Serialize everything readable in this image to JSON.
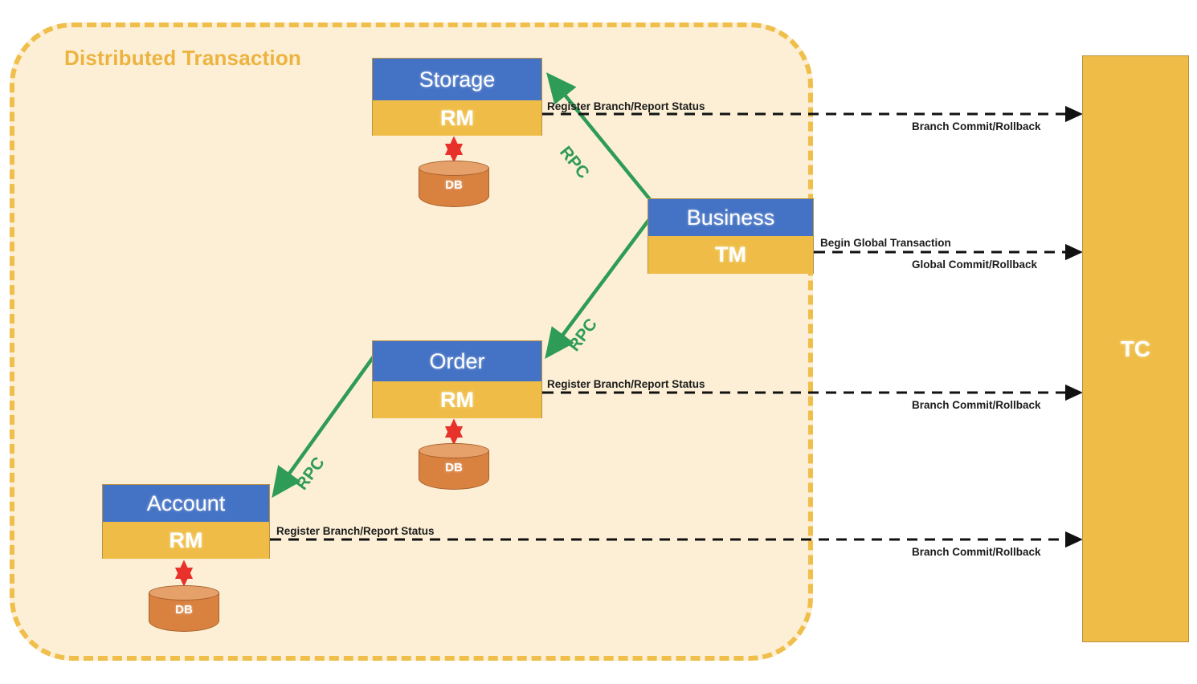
{
  "diagram": {
    "title": "Distributed Transaction",
    "container_label": "Distributed Transaction",
    "colors": {
      "container_bg": "#FCEFD5",
      "container_border": "#F0BE4B",
      "service_header": "#4472C4",
      "service_body": "#EFBD47",
      "tc_bar": "#EFBD47",
      "db_cylinder": "#D9813F",
      "rpc_arrow": "#2E9B57",
      "db_arrow": "#E8312A",
      "dashed_arrow": "#000000"
    },
    "services": [
      {
        "name": "Storage",
        "role": "RM",
        "db_label": "DB"
      },
      {
        "name": "Business",
        "role": "TM",
        "db_label": ""
      },
      {
        "name": "Order",
        "role": "RM",
        "db_label": "DB"
      },
      {
        "name": "Account",
        "role": "RM",
        "db_label": "DB"
      }
    ],
    "coordinator": {
      "label": "TC"
    },
    "rpc_labels": [
      {
        "id": "rpc-business-storage",
        "text": "RPC"
      },
      {
        "id": "rpc-business-order",
        "text": "RPC"
      },
      {
        "id": "rpc-order-account",
        "text": "RPC"
      }
    ],
    "connectors": [
      {
        "id": "storage-tc",
        "from": "Storage RM",
        "to": "TC",
        "label_top": "Register Branch/Report Status",
        "label_bottom": "Branch Commit/Rollback"
      },
      {
        "id": "business-tc",
        "from": "Business TM",
        "to": "TC",
        "label_top": "Begin Global Transaction",
        "label_bottom": "Global Commit/Rollback"
      },
      {
        "id": "order-tc",
        "from": "Order RM",
        "to": "TC",
        "label_top": "Register Branch/Report Status",
        "label_bottom": "Branch Commit/Rollback"
      },
      {
        "id": "account-tc",
        "from": "Account RM",
        "to": "TC",
        "label_top": "Register Branch/Report Status",
        "label_bottom": "Branch Commit/Rollback"
      }
    ]
  }
}
